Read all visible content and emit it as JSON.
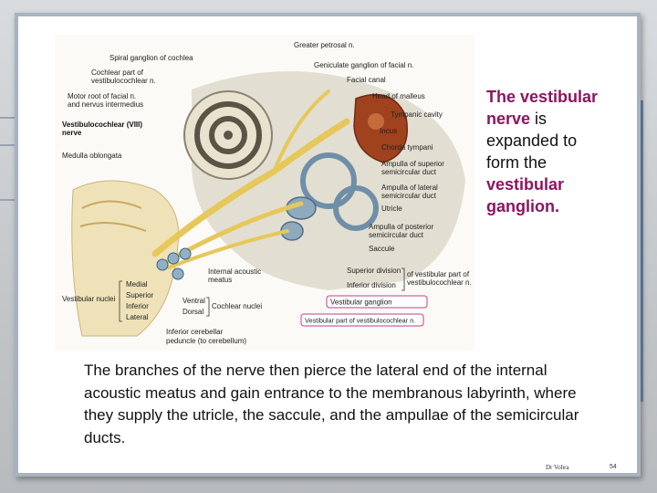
{
  "colors": {
    "accent": "#8b1560",
    "nerve": "#e6c85a",
    "tympanic": "#a0421e",
    "ducts": "#6f8fa8",
    "highlight_box": "#c0408a"
  },
  "figure": {
    "labels": {
      "spiral_ganglion": "Spiral ganglion of cochlea",
      "greater_petrosal": "Greater petrosal n.",
      "cochlear_part_1": "Cochlear part of",
      "cochlear_part_2": "vestibulocochlear n.",
      "geniculate": "Geniculate ganglion of facial n.",
      "facial_canal": "Facial canal",
      "motor_root_1": "Motor root of facial n.",
      "motor_root_2": "and nervus intermedius",
      "head_malleus": "Head of malleus",
      "tympanic_cavity": "Tympanic cavity",
      "vestibulocochlear_1": "Vestibulocochlear (VIII)",
      "vestibulocochlear_2": "nerve",
      "incus": "Incus",
      "medulla": "Medulla oblongata",
      "chorda": "Chorda tympani",
      "amp_sup_1": "Ampulla of superior",
      "amp_sup_2": "semicircular duct",
      "amp_lat_1": "Ampulla of lateral",
      "amp_lat_2": "semicircular duct",
      "utricle": "Utricle",
      "amp_post_1": "Ampulla of posterior",
      "amp_post_2": "semicircular duct",
      "saccule": "Saccule",
      "internal_meatus_1": "Internal acoustic",
      "internal_meatus_2": "meatus",
      "superior_division": "Superior division",
      "inferior_division": "Inferior division",
      "vest_part_1": "of vestibular part of",
      "vest_part_2": "vestibulocochlear n.",
      "medial": "Medial",
      "superior": "Superior",
      "inferior": "Inferior",
      "lateral": "Lateral",
      "vestibular_nuclei": "Vestibular nuclei",
      "ventral": "Ventral",
      "dorsal": "Dorsal",
      "cochlear_nuclei": "Cochlear nuclei",
      "vestibular_ganglion": "Vestibular ganglion",
      "vestibular_part_box": "Vestibular part of vestibulocochlear n.",
      "inf_cerebellar_1": "Inferior cerebellar",
      "inf_cerebellar_2": "peduncle (to cerebellum)"
    }
  },
  "right_text": {
    "the": "The",
    "term": "vestibular nerve",
    "middle": " is expanded to form the ",
    "term2": "vestibular ganglion."
  },
  "body_text": "The branches of the nerve then pierce the lateral end of the internal acoustic meatus and gain entrance to the membranous labyrinth, where they supply the utricle, the saccule, and the ampullae of the semicircular ducts.",
  "footer": {
    "author": "Dr Vohra",
    "page": "54"
  }
}
